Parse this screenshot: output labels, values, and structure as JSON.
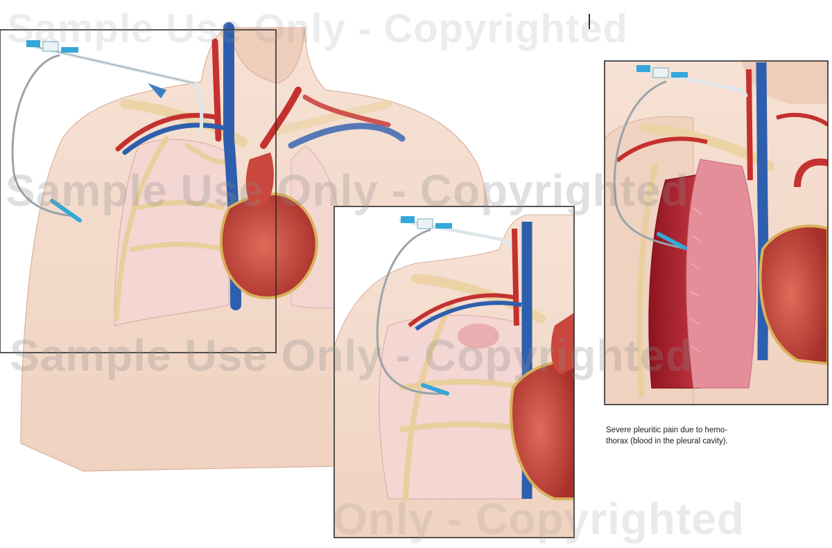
{
  "caption": {
    "line1": "Severe pleuritic pain due to hemo-",
    "line2": "thorax (blood in the pleural cavity)."
  },
  "watermarks": [
    "Sample Use Only - Copyrighted",
    "Sample Use Only - Copyrighted",
    "Sample Use Only - Copyrighted",
    "Only - Copyrighted"
  ],
  "colors": {
    "skin": "#f3d9c9",
    "skin_shadow": "#e7c2ae",
    "lung": "#f1ccc8",
    "heart": "#c9473c",
    "vessel_red": "#c4312f",
    "vessel_blue": "#2e5fae",
    "bone": "#efd9ae",
    "catheter_blue": "#35a7d8",
    "blood": "#b21e2a"
  }
}
